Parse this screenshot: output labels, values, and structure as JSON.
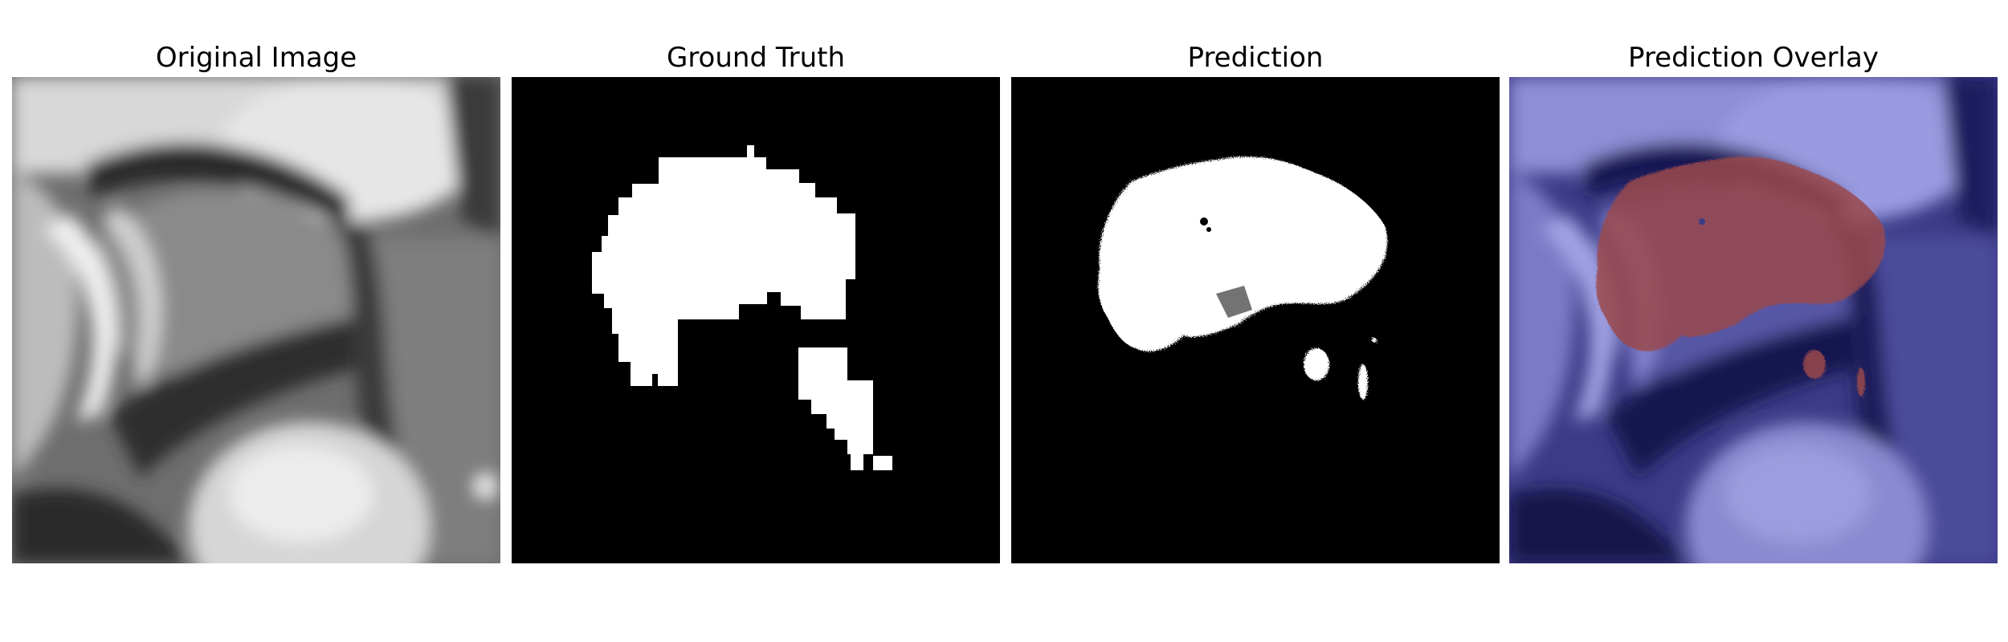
{
  "figure": {
    "panels": [
      {
        "title": "Original Image",
        "image": "grayscale MRI slice"
      },
      {
        "title": "Ground Truth",
        "image": "binary segmentation mask"
      },
      {
        "title": "Prediction",
        "image": "binary predicted mask"
      },
      {
        "title": "Prediction Overlay",
        "image": "prediction overlaid on MRI (blue background, red mask)"
      }
    ]
  },
  "colors": {
    "background": "#ffffff",
    "mask_foreground": "#ffffff",
    "mask_background": "#000000",
    "overlay_base": "#1a1a66",
    "overlay_mask": "#a04a4a"
  }
}
